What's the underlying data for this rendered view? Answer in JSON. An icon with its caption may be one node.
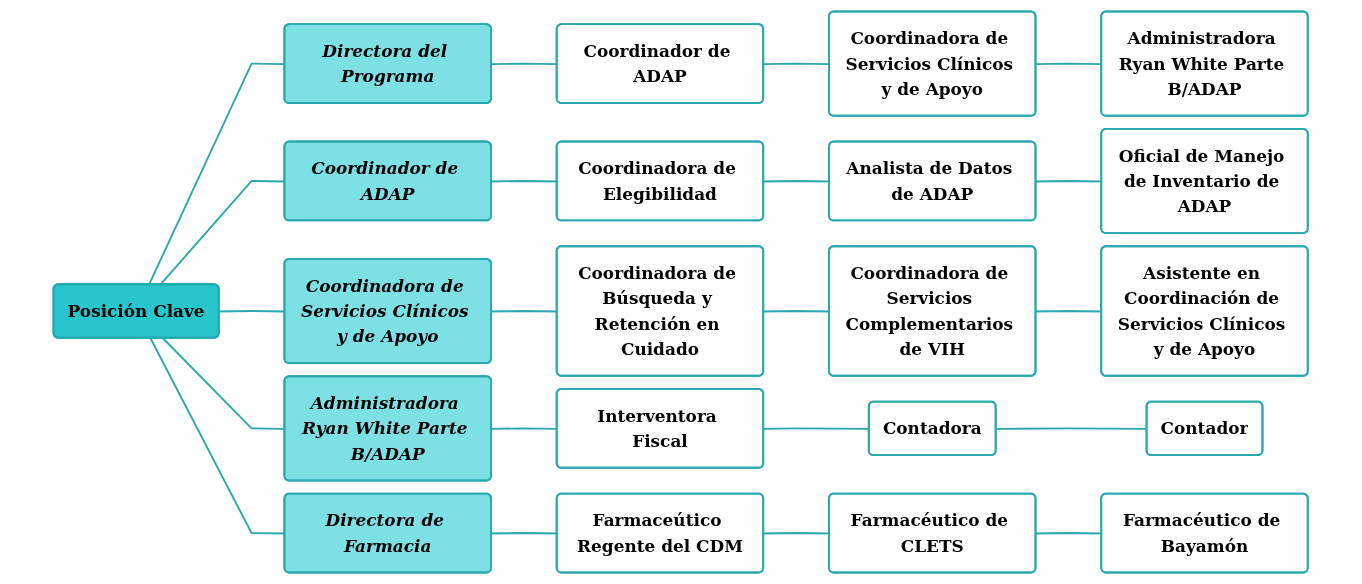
{
  "diagram": {
    "nodes": [
      {
        "text": [
          "Posición Clave"
        ]
      },
      {
        "text": [
          "Directora del Programa"
        ]
      },
      {
        "text": [
          "Coordinador de ADAP"
        ]
      },
      {
        "text": [
          "Coordinadora de Servicios Clínicos y de Apoyo"
        ]
      },
      {
        "text": [
          "Administradora Ryan White Parte B/ADAP"
        ]
      },
      {
        "text": [
          "Coordinador de ADAP"
        ]
      },
      {
        "text": [
          "Coordinadora de Elegibilidad"
        ]
      },
      {
        "text": [
          "Analista de Datos de ADAP"
        ]
      },
      {
        "text": [
          "Oficial de Manejo de Inventario de ADAP"
        ]
      },
      {
        "text": [
          "Coordinadora de Servicios Clínicos y de Apoyo"
        ]
      },
      {
        "text": [
          "Coordinadora de Búsqueda y Retención en Cuidado"
        ]
      },
      {
        "text": [
          "Coordinadora de Servicios Complementarios de VIH"
        ]
      },
      {
        "text": [
          "Asistente en Coordinación de Servicios Clínicos y de Apoyo"
        ]
      },
      {
        "text": [
          "Administradora Ryan White Parte B/ADAP"
        ]
      },
      {
        "text": [
          "Interventora Fiscal"
        ]
      },
      {
        "text": [
          "Contadora"
        ]
      },
      {
        "text": [
          "Contador"
        ]
      },
      {
        "text": [
          "Directora de Farmacia"
        ]
      },
      {
        "text": [
          "Farmaceútico Regente del CDM"
        ]
      },
      {
        "text": [
          "Farmacéutico de CLETS"
        ]
      },
      {
        "text": [
          "Farmacéutico de Bayamón"
        ]
      }
    ],
    "edges": [
      {
        "from": 0,
        "to": 1,
        "arrow": "none"
      },
      {
        "from": 0,
        "to": 5,
        "arrow": "none"
      },
      {
        "from": 0,
        "to": 9,
        "arrow": "none"
      },
      {
        "from": 0,
        "to": 13,
        "arrow": "none"
      },
      {
        "from": 0,
        "to": 17,
        "arrow": "none"
      },
      {
        "from": 1,
        "to": 2,
        "arrow": "none"
      },
      {
        "from": 2,
        "to": 3,
        "arrow": "none"
      },
      {
        "from": 3,
        "to": 4,
        "arrow": "none"
      },
      {
        "from": 5,
        "to": 6,
        "arrow": "none"
      },
      {
        "from": 6,
        "to": 7,
        "arrow": "none"
      },
      {
        "from": 7,
        "to": 8,
        "arrow": "none"
      },
      {
        "from": 9,
        "to": 10,
        "arrow": "none"
      },
      {
        "from": 10,
        "to": 11,
        "arrow": "none"
      },
      {
        "from": 11,
        "to": 12,
        "arrow": "none"
      },
      {
        "from": 13,
        "to": 14,
        "arrow": "none"
      },
      {
        "from": 14,
        "to": 15,
        "arrow": "none"
      },
      {
        "from": 15,
        "to": 16,
        "arrow": "none"
      },
      {
        "from": 17,
        "to": 18,
        "arrow": "none"
      },
      {
        "from": 18,
        "to": 19,
        "arrow": "none"
      },
      {
        "from": 19,
        "to": 20,
        "arrow": "none"
      }
    ]
  }
}
